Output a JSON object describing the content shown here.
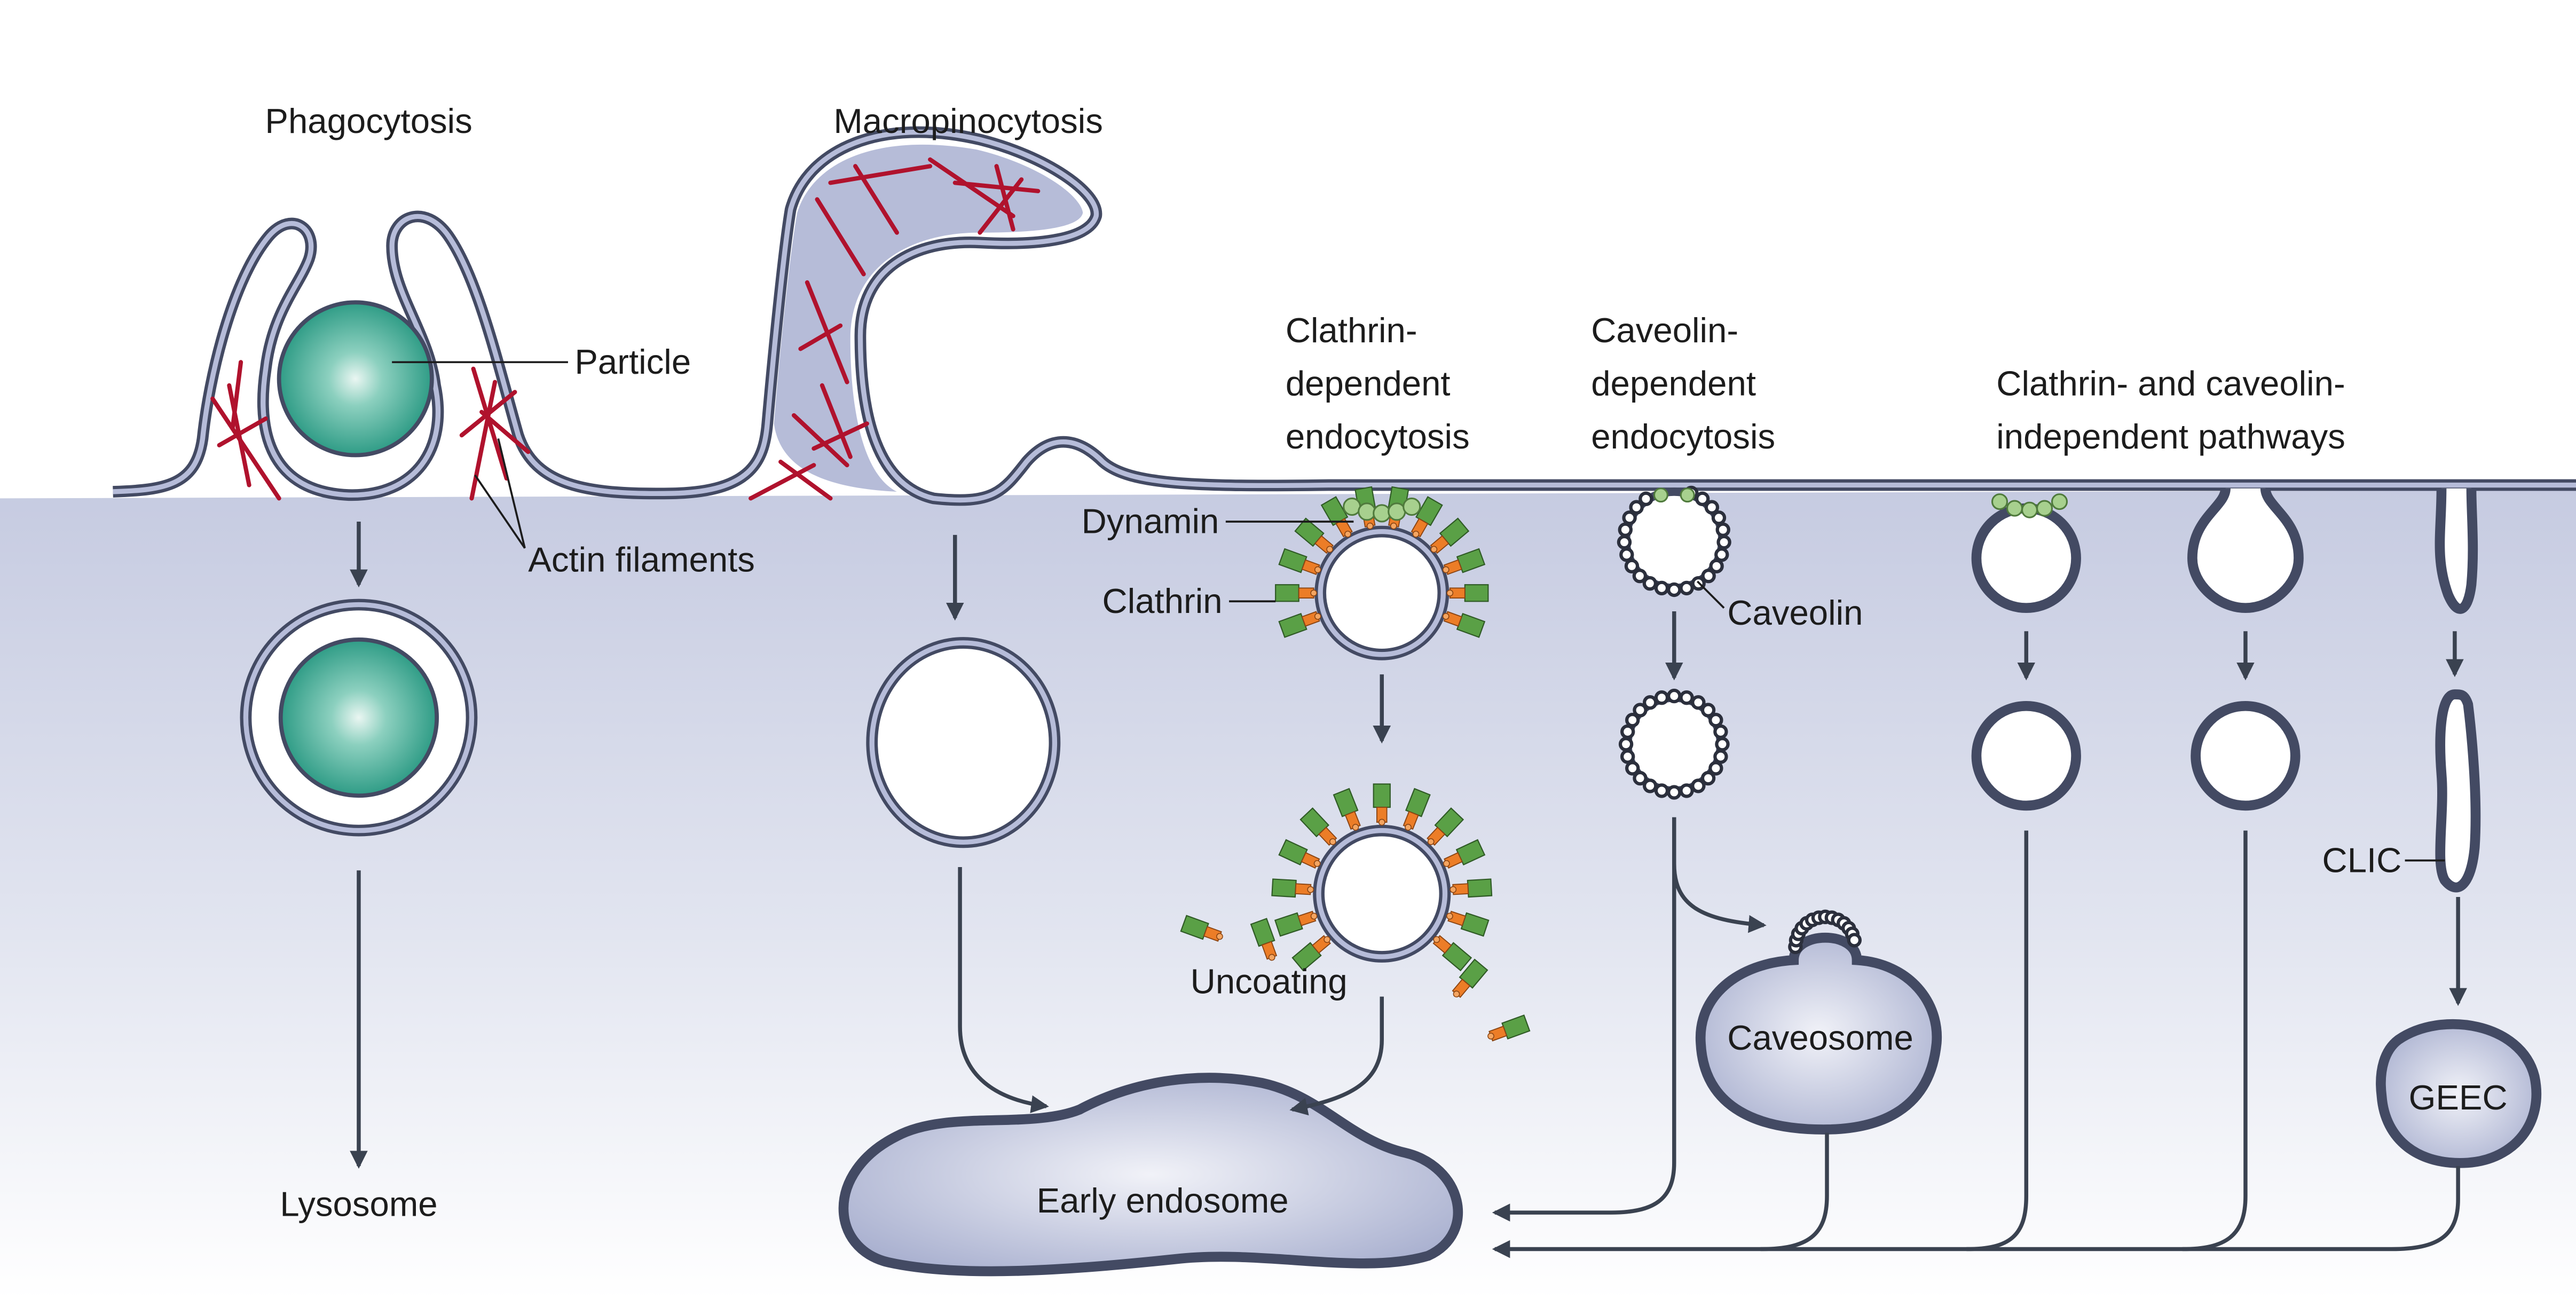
{
  "labels": {
    "phagocytosis": "Phagocytosis",
    "macropinocytosis": "Macropinocytosis",
    "clathrin_dep_1": "Clathrin-",
    "clathrin_dep_2": "dependent",
    "clathrin_dep_3": "endocytosis",
    "caveolin_dep_1": "Caveolin-",
    "caveolin_dep_2": "dependent",
    "caveolin_dep_3": "endocytosis",
    "independent_1": "Clathrin- and caveolin-",
    "independent_2": "independent pathways",
    "particle": "Particle",
    "actin_filaments": "Actin filaments",
    "dynamin": "Dynamin",
    "clathrin": "Clathrin",
    "caveolin": "Caveolin",
    "uncoating": "Uncoating",
    "caveosome": "Caveosome",
    "clic": "CLIC",
    "geec": "GEEC",
    "lysosome": "Lysosome",
    "early_endosome": "Early endosome"
  },
  "colors": {
    "membrane_fill": "#aeb4d4",
    "membrane_stroke": "#434a63",
    "cytoplasm_top": "#c7cce2",
    "particle": "#4fb39e",
    "actin": "#b0122d",
    "clathrin_green": "#5aa046",
    "clathrin_orange": "#ec7d27",
    "dynamin": "#a7d08e",
    "caveolin": "#2b2f3c",
    "arrow": "#3a4250"
  }
}
